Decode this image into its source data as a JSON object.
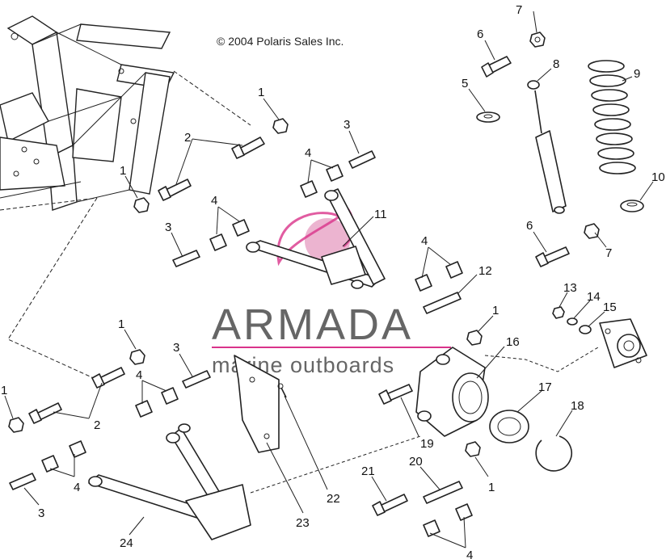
{
  "copyright": "© 2004 Polaris Sales Inc.",
  "watermark": {
    "title": "ARMADA",
    "subtitle": "marine outboards",
    "brand_color": "#d9338a"
  },
  "callouts": [
    {
      "id": "c1",
      "label": "7"
    },
    {
      "id": "c2",
      "label": "6"
    },
    {
      "id": "c3",
      "label": "8"
    },
    {
      "id": "c4",
      "label": "5"
    },
    {
      "id": "c5",
      "label": "9"
    },
    {
      "id": "c6",
      "label": "1"
    },
    {
      "id": "c7",
      "label": "3"
    },
    {
      "id": "c8",
      "label": "2"
    },
    {
      "id": "c9",
      "label": "4"
    },
    {
      "id": "c10",
      "label": "1"
    },
    {
      "id": "c11",
      "label": "10"
    },
    {
      "id": "c12",
      "label": "4"
    },
    {
      "id": "c13",
      "label": "11"
    },
    {
      "id": "c14",
      "label": "3"
    },
    {
      "id": "c15",
      "label": "6"
    },
    {
      "id": "c16",
      "label": "7"
    },
    {
      "id": "c17",
      "label": "4"
    },
    {
      "id": "c18",
      "label": "12"
    },
    {
      "id": "c19",
      "label": "13"
    },
    {
      "id": "c20",
      "label": "14"
    },
    {
      "id": "c21",
      "label": "15"
    },
    {
      "id": "c22",
      "label": "1"
    },
    {
      "id": "c23",
      "label": "1"
    },
    {
      "id": "c24",
      "label": "3"
    },
    {
      "id": "c25",
      "label": "16"
    },
    {
      "id": "c26",
      "label": "4"
    },
    {
      "id": "c27",
      "label": "17"
    },
    {
      "id": "c28",
      "label": "18"
    },
    {
      "id": "c29",
      "label": "1"
    },
    {
      "id": "c30",
      "label": "2"
    },
    {
      "id": "c31",
      "label": "19"
    },
    {
      "id": "c32",
      "label": "4"
    },
    {
      "id": "c33",
      "label": "22"
    },
    {
      "id": "c34",
      "label": "20"
    },
    {
      "id": "c35",
      "label": "21"
    },
    {
      "id": "c36",
      "label": "1"
    },
    {
      "id": "c37",
      "label": "3"
    },
    {
      "id": "c38",
      "label": "23"
    },
    {
      "id": "c39",
      "label": "24"
    },
    {
      "id": "c40",
      "label": "4"
    }
  ]
}
